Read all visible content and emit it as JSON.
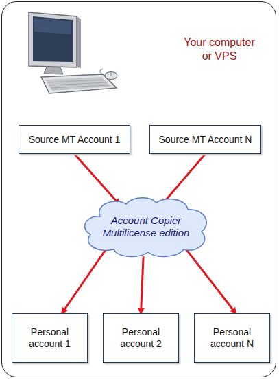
{
  "diagram": {
    "nodes": [
      {
        "text": [
          "Source MT Account 1"
        ]
      },
      {
        "text": [
          "Source MT Account N"
        ]
      },
      {
        "text": [
          "Account Copier Multilicense edition"
        ]
      },
      {
        "text": [
          "Personal account 1"
        ]
      },
      {
        "text": [
          "Personal account 2"
        ]
      },
      {
        "text": [
          "Personal account N"
        ]
      }
    ],
    "edges": [
      {
        "from": 0,
        "to": 2,
        "arrow": "to"
      },
      {
        "from": 1,
        "to": 2,
        "arrow": "to"
      },
      {
        "from": 2,
        "to": 3,
        "arrow": "to"
      },
      {
        "from": 2,
        "to": 4,
        "arrow": "to"
      },
      {
        "from": 2,
        "to": 5,
        "arrow": "to"
      }
    ],
    "labels": [
      "Your computer or VPS"
    ]
  }
}
